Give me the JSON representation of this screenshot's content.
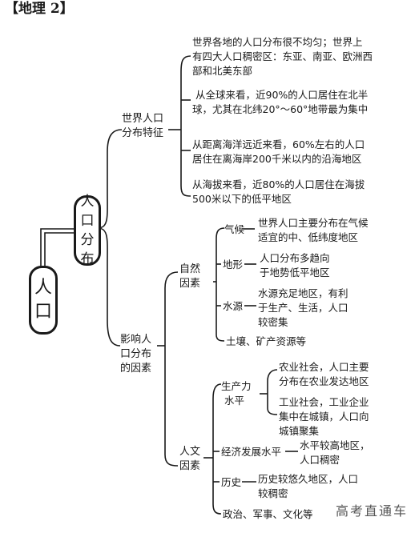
{
  "title": "【地理 2】",
  "root": {
    "label_1": "人",
    "label_2": "口"
  },
  "level1": {
    "line_1": "人",
    "line_2": "口",
    "line_3": "分",
    "line_4": "布"
  },
  "world": {
    "label_1": "世界人口",
    "label_2": "分布特征",
    "items": [
      {
        "l1": "世界各地的人口分布很不均匀；世界上",
        "l2": "有四大人口稠密区：东亚、南亚、欧洲西",
        "l3": "部和北美东部"
      },
      {
        "l1": "从全球来看，近90%的人口居住在北半",
        "l2": "球，尤其在北纬20°～60°地带最为集中"
      },
      {
        "l1": "从距离海洋远近来看，60%左右的人口",
        "l2": "居住在离海岸200千米以内的沿海地区"
      },
      {
        "l1": "从海拔来看，近80%的人口居住在海拔",
        "l2": "500米以下的低平地区"
      }
    ]
  },
  "factors": {
    "label_1": "影响人",
    "label_2": "口分布",
    "label_3": "的因素",
    "natural": {
      "label_1": "自然",
      "label_2": "因素",
      "climate": {
        "key": "气候",
        "l1": "世界人口主要分布在气候",
        "l2": "适宜的中、低纬度地区"
      },
      "terrain": {
        "key": "地形",
        "l1": "人口分布多趋向",
        "l2": "于地势低平地区"
      },
      "water": {
        "key": "水源",
        "l1": "水源充足地区，有利",
        "l2": "于生产、生活，人口",
        "l3": "较密集"
      },
      "soil": "土壤、矿产资源等"
    },
    "human": {
      "label_1": "人文",
      "label_2": "因素",
      "production": {
        "key_1": "生产力",
        "key_2": "水平",
        "agri": {
          "l1": "农业社会，人口主要",
          "l2": "分布在农业发达地区"
        },
        "indus": {
          "l1": "工业社会，工业企业",
          "l2": "集中在城镇，人口向",
          "l3": "城镇聚集"
        }
      },
      "economy": {
        "key": "经济发展水平",
        "l1": "水平较高地区，",
        "l2": "人口稠密"
      },
      "history": {
        "key": "历史",
        "l1": "历史较悠久地区，人口",
        "l2": "较稠密"
      },
      "politics": "政治、军事、文化等"
    }
  },
  "watermark": "高考直通车"
}
